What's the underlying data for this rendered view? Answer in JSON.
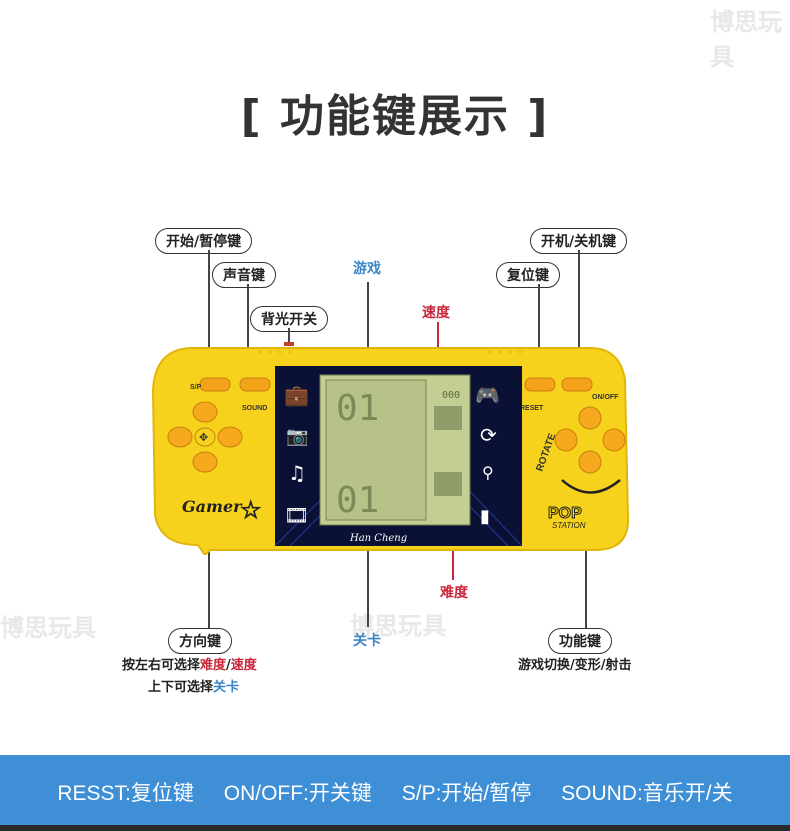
{
  "title": "[ 功能键展示 ]",
  "watermark_brand": "博思玩具",
  "callouts": {
    "start_pause": "开始/暂停键",
    "sound": "声音键",
    "backlight": "背光开关",
    "power": "开机/关机键",
    "reset": "复位键",
    "dpad": "方向键",
    "function": "功能键"
  },
  "labels": {
    "game": "游戏",
    "speed": "速度",
    "difficulty": "难度",
    "level": "关卡"
  },
  "desc_dpad": {
    "line1_prefix": "按左右可选择",
    "line1_difficulty": "难度",
    "line1_sep": "/",
    "line1_speed": "速度",
    "line2_prefix": "上下可选择",
    "line2_level": "关卡"
  },
  "desc_function": "游戏切换/变形/射击",
  "device": {
    "btn_sp": "S/P",
    "btn_sound": "SOUND",
    "btn_reset": "RESET",
    "btn_onoff": "ON/OFF",
    "rotate": "ROTATE",
    "brand_left": "Gamer",
    "brand_right_1": "POP",
    "brand_right_2": "STATION",
    "screen_brand": "Han  Cheng",
    "screen_top_digits": "01",
    "screen_bottom_digits": "01",
    "screen_score": "000",
    "body_color": "#f7d21c"
  },
  "footer": {
    "item1": "RESST:复位键",
    "item2": "ON/OFF:开关键",
    "item3": "S/P:开始/暂停",
    "item4": "SOUND:音乐开/关"
  },
  "colors": {
    "footer_bg": "#3e8fd6",
    "accent_red": "#c8263b",
    "accent_blue": "#3b86c6"
  }
}
